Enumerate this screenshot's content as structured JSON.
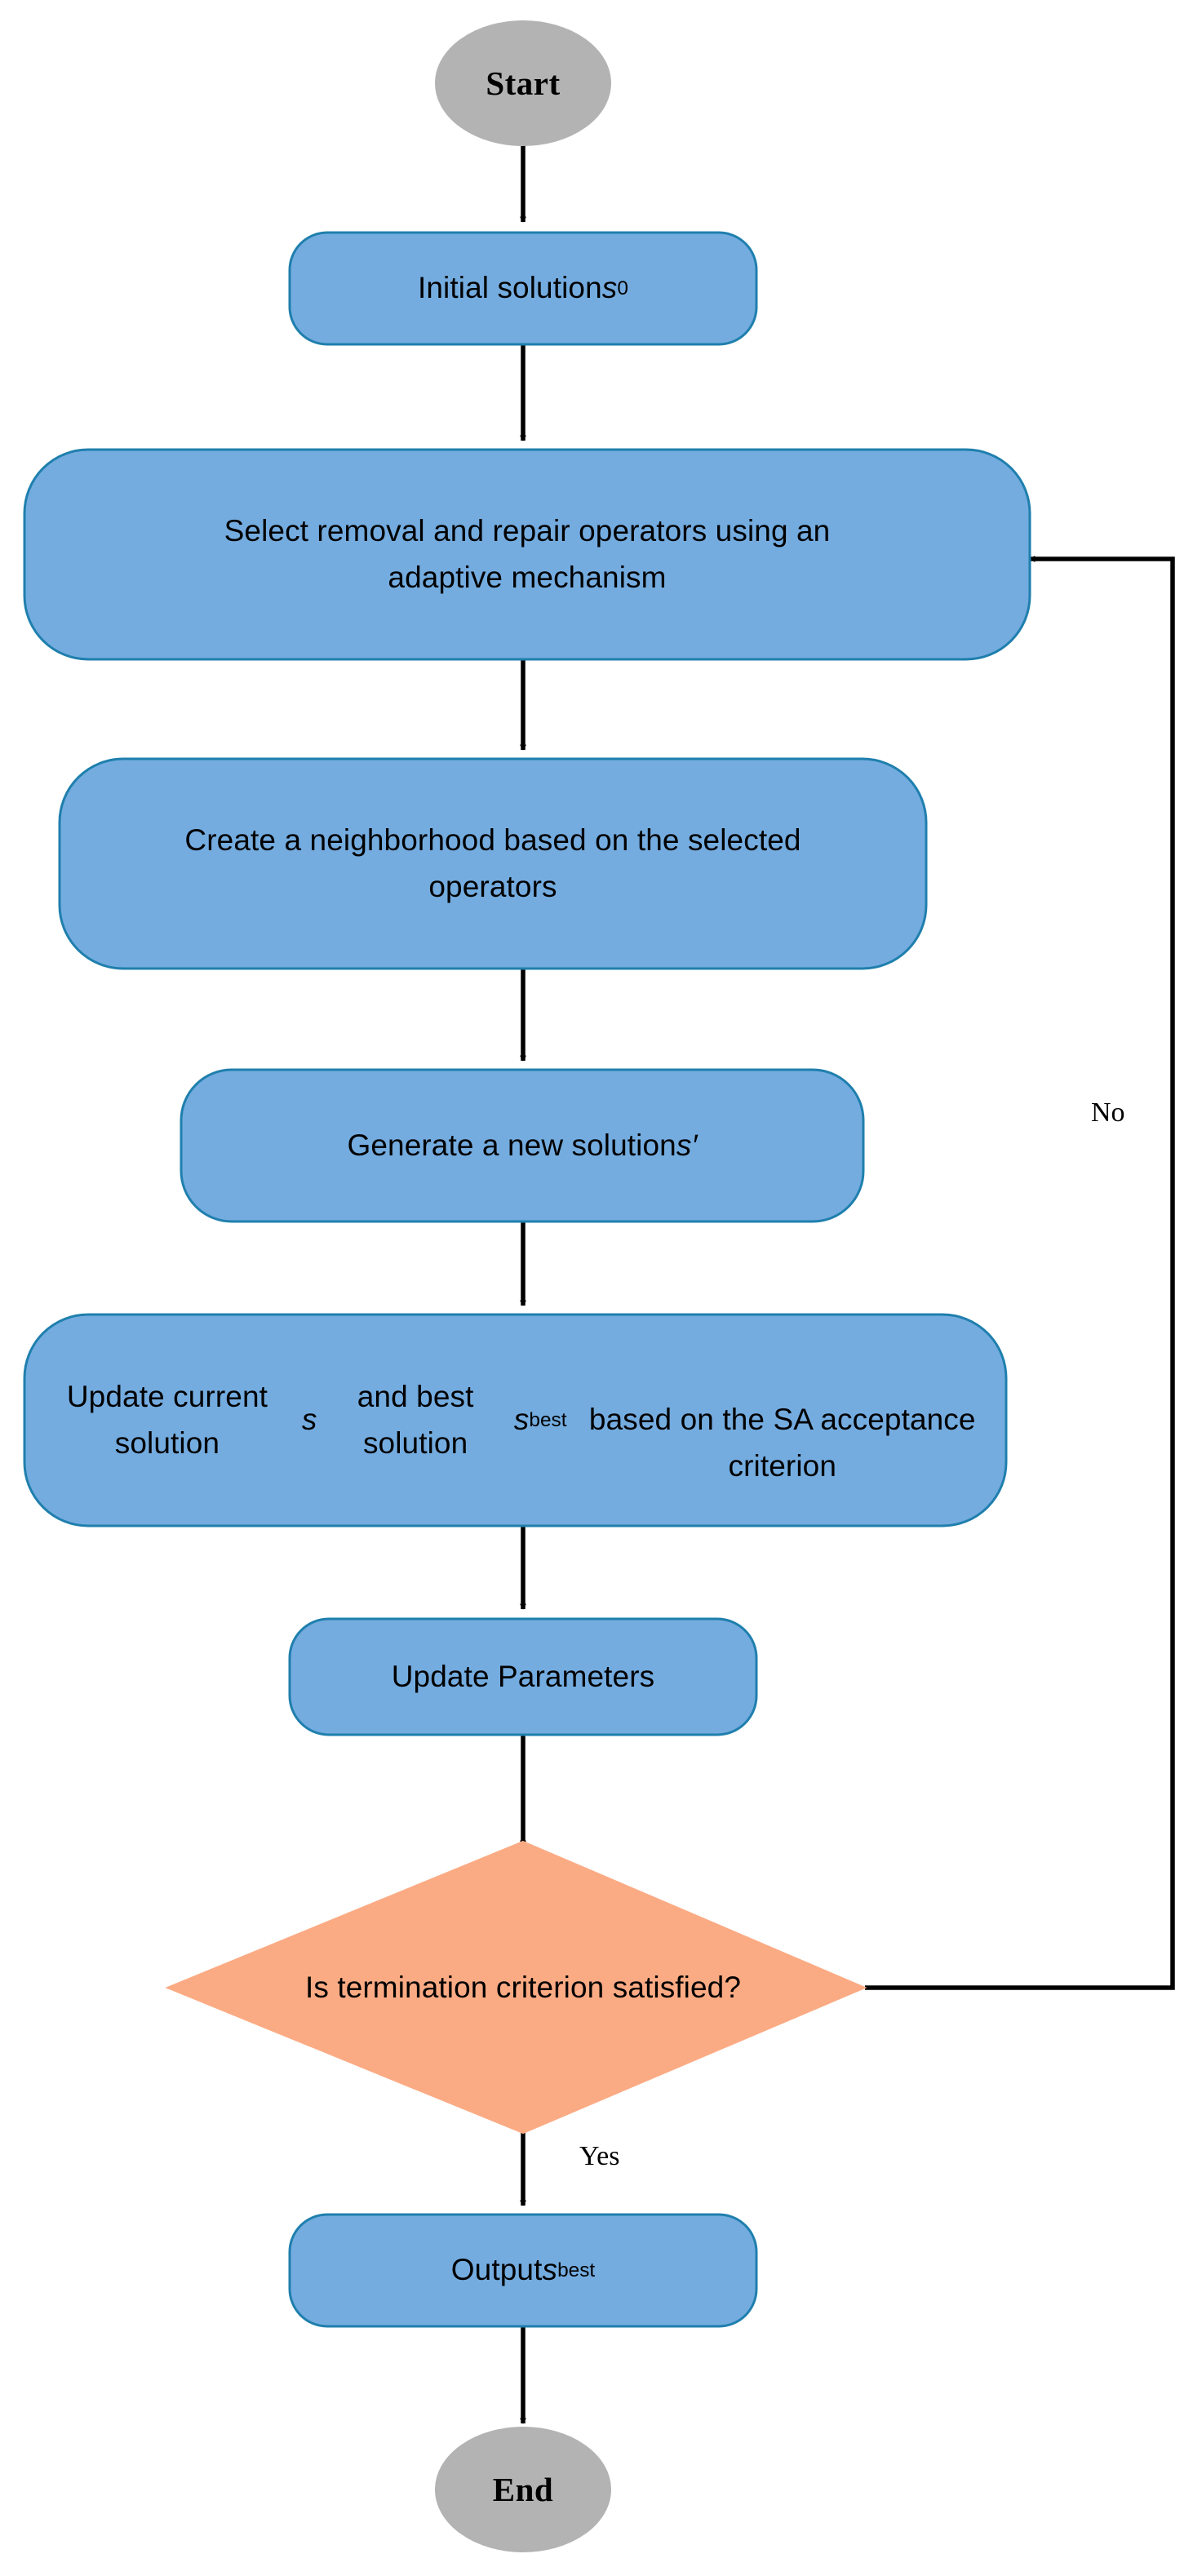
{
  "diagram": {
    "title": "ALNS-SA algorithm flowchart",
    "colors": {
      "terminator_fill": "#b3b3b3",
      "terminator_stroke": "#b3b3b3",
      "process_fill": "#74ace0",
      "process_stroke": "#1f7fad",
      "decision_fill": "#fbab84",
      "decision_stroke": "#fbab84",
      "connector": "#000000",
      "background": "#ffffff"
    },
    "nodes": [
      {
        "id": "start",
        "type": "terminator",
        "label": "Start",
        "shape": "ellipse"
      },
      {
        "id": "initial-solution",
        "type": "process",
        "label": "Initial solution s0",
        "label_html": "Initial solution <span class=\"var\">s</span><span class=\"sub\">0</span>",
        "shape": "rounded-rectangle"
      },
      {
        "id": "select-operators",
        "type": "process",
        "label": "Select removal and repair operators using an adaptive mechanism",
        "label_html": "Select removal and repair operators using an<br>adaptive mechanism",
        "shape": "rounded-rectangle"
      },
      {
        "id": "create-neighborhood",
        "type": "process",
        "label": "Create a neighborhood based on the selected operators",
        "label_html": "Create a neighborhood based on the selected<br>operators",
        "shape": "rounded-rectangle"
      },
      {
        "id": "generate-solution",
        "type": "process",
        "label": "Generate a new solution s'",
        "label_html": "Generate a new solution <span class=\"prime\">s′</span>",
        "shape": "rounded-rectangle"
      },
      {
        "id": "update-solutions",
        "type": "process",
        "label": "Update current solution s and best solution sbest based on the SA acceptance criterion",
        "label_html": "Update current solution <span class=\"var\">s</span> and best solution <span class=\"var\">s</span><span class=\"sub\">best</span><br>based on the SA acceptance criterion",
        "shape": "rounded-rectangle"
      },
      {
        "id": "update-parameters",
        "type": "process",
        "label": "Update Parameters",
        "label_html": "Update Parameters",
        "shape": "rounded-rectangle"
      },
      {
        "id": "termination-decision",
        "type": "decision",
        "label": "Is termination criterion satisfied?",
        "label_html": "Is termination criterion satisfied?",
        "shape": "diamond"
      },
      {
        "id": "output",
        "type": "process",
        "label": "Output sbest",
        "label_html": "Output <span class=\"var\">s</span><span class=\"sub\">best</span>",
        "shape": "rounded-rectangle"
      },
      {
        "id": "end",
        "type": "terminator",
        "label": "End",
        "shape": "ellipse"
      }
    ],
    "edges": [
      {
        "id": "e-start-initial",
        "from": "start",
        "to": "initial-solution",
        "label": ""
      },
      {
        "id": "e-initial-select",
        "from": "initial-solution",
        "to": "select-operators",
        "label": ""
      },
      {
        "id": "e-select-create",
        "from": "select-operators",
        "to": "create-neighborhood",
        "label": ""
      },
      {
        "id": "e-create-generate",
        "from": "create-neighborhood",
        "to": "generate-solution",
        "label": ""
      },
      {
        "id": "e-generate-update",
        "from": "generate-solution",
        "to": "update-solutions",
        "label": ""
      },
      {
        "id": "e-update-params",
        "from": "update-solutions",
        "to": "update-parameters",
        "label": ""
      },
      {
        "id": "e-params-decision",
        "from": "update-parameters",
        "to": "termination-decision",
        "label": ""
      },
      {
        "id": "e-decision-output",
        "from": "termination-decision",
        "to": "output",
        "label": "Yes"
      },
      {
        "id": "e-decision-select-loopback",
        "from": "termination-decision",
        "to": "select-operators",
        "label": "No"
      },
      {
        "id": "e-output-end",
        "from": "output",
        "to": "end",
        "label": ""
      }
    ],
    "edge_labels": {
      "yes": "Yes",
      "no": "No"
    }
  }
}
